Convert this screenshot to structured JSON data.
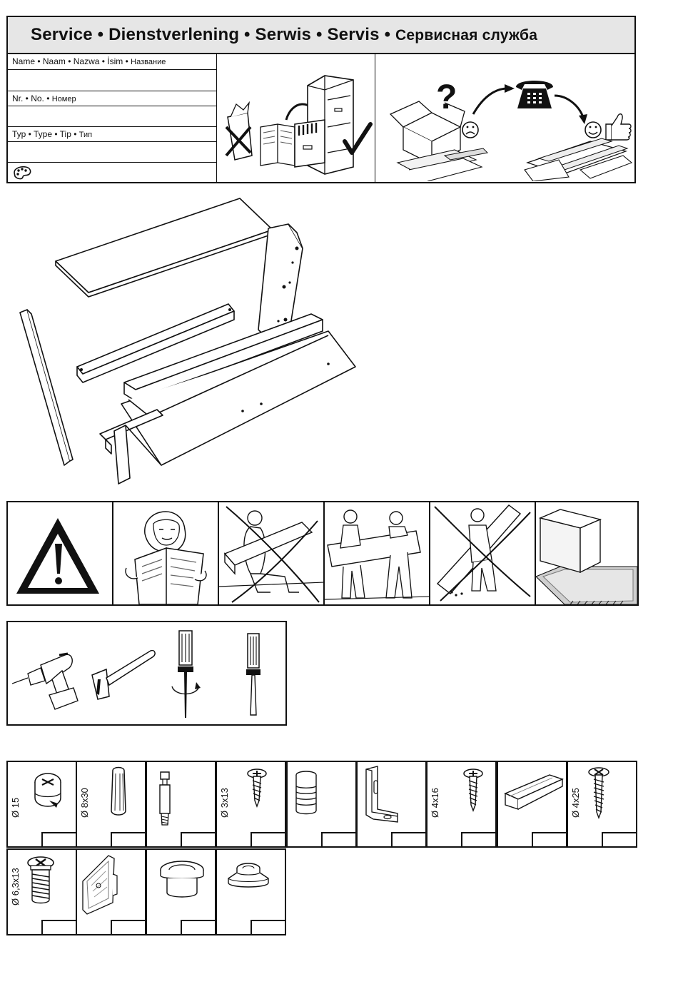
{
  "service": {
    "title_latin": "Service • Dienstverlening • Serwis • Servis • ",
    "title_ru": "Сервисная служба",
    "fields": [
      {
        "label": "Name • Naam • Nazwa • İsim • ",
        "label_ru": "Название"
      },
      {
        "label": "Nr. • No. • ",
        "label_ru": "Номер"
      },
      {
        "label": "Typ • Type • Tip • ",
        "label_ru": "Тип"
      }
    ],
    "icons": [
      "palette-icon",
      "discard-instructions-icon",
      "file-cabinet-icon",
      "checkmark-icon",
      "question-mark-icon",
      "sad-face-icon",
      "telephone-icon",
      "happy-face-icon",
      "thumbs-up-icon"
    ]
  },
  "hardware": [
    {
      "label": "Ø 15",
      "icon": "cam-lock-icon"
    },
    {
      "label": "Ø 8x30",
      "icon": "wooden-dowel-icon"
    },
    {
      "label": "",
      "icon": "cam-bolt-icon"
    },
    {
      "label": "Ø 3x13",
      "icon": "screw-icon"
    },
    {
      "label": "",
      "icon": "plastic-plug-icon"
    },
    {
      "label": "",
      "icon": "angle-bracket-icon"
    },
    {
      "label": "Ø 4x16",
      "icon": "screw-icon"
    },
    {
      "label": "",
      "icon": "wooden-strip-icon"
    },
    {
      "label": "Ø 4x25",
      "icon": "screw-icon"
    },
    {
      "label": "Ø 6,3x13",
      "icon": "euro-screw-icon"
    },
    {
      "label": "",
      "icon": "hinge-icon"
    },
    {
      "label": "",
      "icon": "cap-ring-icon"
    },
    {
      "label": "",
      "icon": "cover-cap-icon"
    }
  ]
}
